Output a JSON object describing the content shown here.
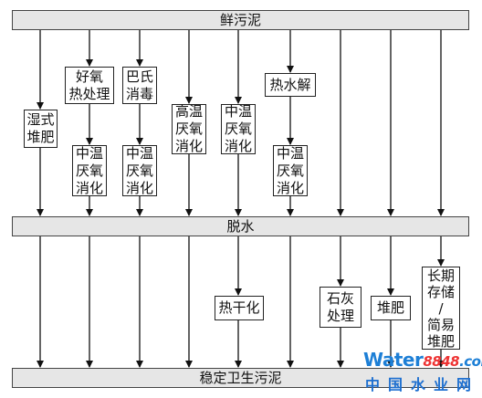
{
  "top_bar": "鲜污泥",
  "middle_bar": "脱水",
  "bottom_bar": "稳定卫生污泥",
  "upper_boxes": {
    "wet_compost": "湿式\n堆肥",
    "aerobic_heat": "好氧\n热处理",
    "pasteurize": "巴氏\n消毒",
    "thermo_digest": "高温\n厌氧\n消化",
    "meso_digest_direct": "中温\n厌氧\n消化",
    "thermal_hydrolysis": "热水解",
    "meso_after_aerobic": "中温\n厌氧\n消化",
    "meso_after_pasteurize": "中温\n厌氧\n消化",
    "meso_after_hydrolysis": "中温\n厌氧\n消化"
  },
  "lower_boxes": {
    "heat_drying": "热干化",
    "lime": "石灰\n处理",
    "compost": "堆肥",
    "long_storage": "长期\n存储\n/\n简易\n堆肥"
  },
  "watermark": {
    "brand_a": "Water",
    "brand_b": "8848",
    "brand_c": ".com",
    "brand_cn": "中国水业网"
  }
}
